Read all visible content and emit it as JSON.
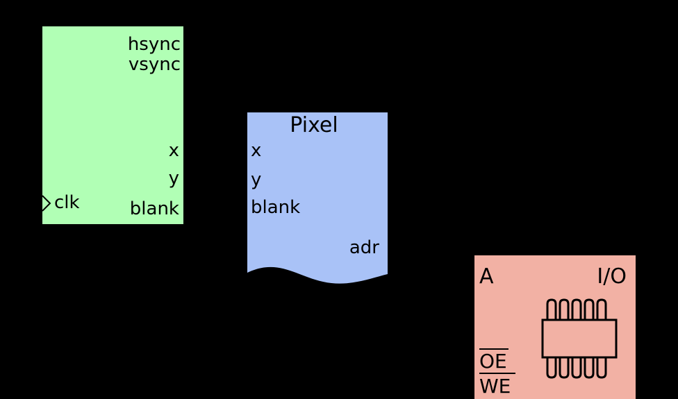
{
  "colors": {
    "background": "#000000",
    "sync_block": "#b1ffb5",
    "pixel_block": "#a9c2f7",
    "memory_block": "#f2b1a4",
    "text": "#000000"
  },
  "sync_block": {
    "hsync": "hsync",
    "vsync": "vsync",
    "x": "x",
    "y": "y",
    "clk": "clk",
    "blank": "blank"
  },
  "pixel_block": {
    "title": "Pixel",
    "x": "x",
    "y": "y",
    "blank": "blank",
    "adr": "adr"
  },
  "memory_block": {
    "a": "A",
    "io": "I/O",
    "oe": "OE",
    "we": "WE",
    "chip_icon": "memory-chip-icon"
  }
}
